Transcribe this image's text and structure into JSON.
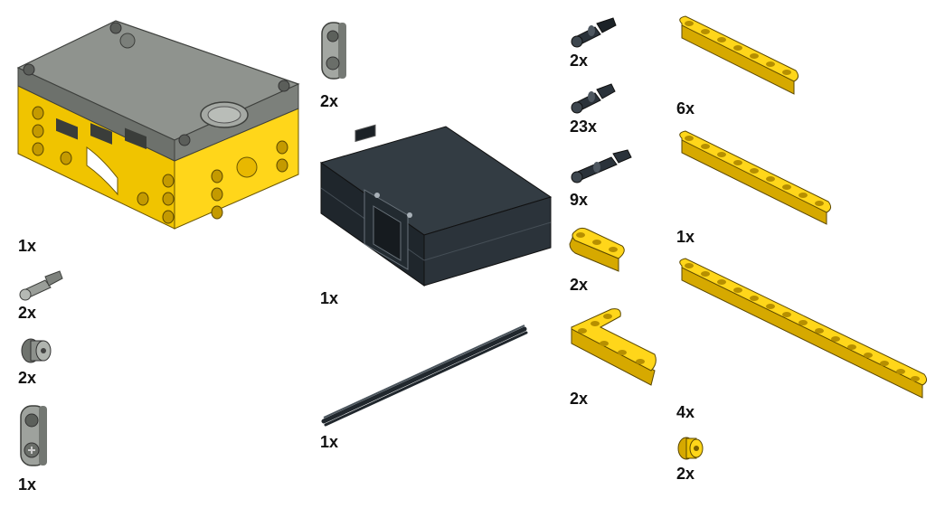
{
  "colors": {
    "yellow": "#f5cc0a",
    "yellow_dark": "#c99d00",
    "gray": "#8d918c",
    "gray_dark": "#5a5d59",
    "black": "#262d33",
    "black_light": "#3b444c"
  },
  "parts": [
    {
      "id": "hub",
      "icon": "hub-icon",
      "qty": "1x"
    },
    {
      "id": "gray-axle-pin-small",
      "icon": "axle-pin-icon",
      "qty": "2x"
    },
    {
      "id": "gray-bush",
      "icon": "bush-icon",
      "qty": "2x"
    },
    {
      "id": "gray-connector-large",
      "icon": "perpendicular-connector-icon",
      "qty": "1x"
    },
    {
      "id": "gray-connector-top",
      "icon": "perpendicular-connector-icon",
      "qty": "2x"
    },
    {
      "id": "battery",
      "icon": "battery-icon",
      "qty": "1x"
    },
    {
      "id": "axle",
      "icon": "axle-icon",
      "qty": "1x"
    },
    {
      "id": "pin-a",
      "icon": "pin-icon",
      "qty": "2x"
    },
    {
      "id": "pin-b",
      "icon": "pin-icon",
      "qty": "23x"
    },
    {
      "id": "pin-c",
      "icon": "long-pin-icon",
      "qty": "9x"
    },
    {
      "id": "beam-3",
      "icon": "beam-icon",
      "qty": "2x"
    },
    {
      "id": "l-beam",
      "icon": "l-beam-icon",
      "qty": "2x"
    },
    {
      "id": "beam-7",
      "icon": "beam-icon",
      "qty": "6x"
    },
    {
      "id": "beam-9",
      "icon": "beam-icon",
      "qty": "1x"
    },
    {
      "id": "beam-15",
      "icon": "beam-icon",
      "qty": "4x"
    },
    {
      "id": "yellow-bush",
      "icon": "bush-icon",
      "qty": "2x"
    }
  ]
}
